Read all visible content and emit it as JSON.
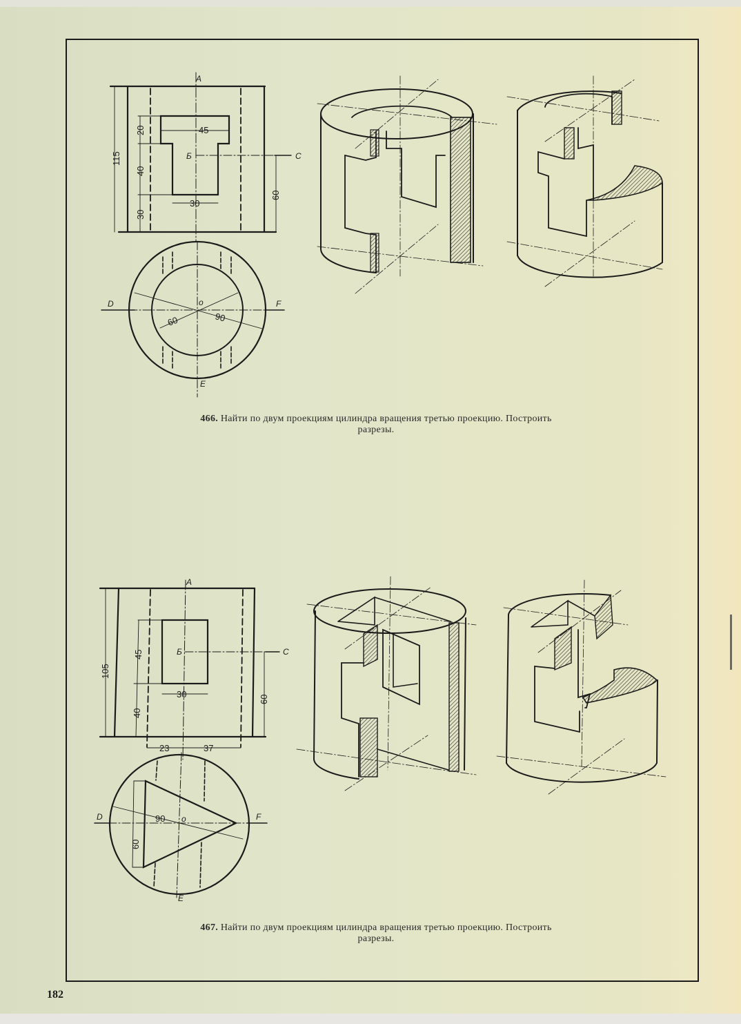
{
  "page": {
    "page_number": "182",
    "background_color": "#dfe3c8",
    "ink_color": "#1b1b1b"
  },
  "problem_466": {
    "number": "466.",
    "text_line1": "Найти по двум проекциям цилиндра вращения третью проекцию. Построить",
    "text_line2": "разрезы.",
    "front_view": {
      "labels": {
        "top_axis": "A",
        "center": "Б",
        "section": "C"
      },
      "dimensions": {
        "height": "115",
        "slot_top": "20",
        "slot_mid": "40",
        "slot_bottom": "30",
        "top_width": "45",
        "bottom_width": "30",
        "section_height": "60"
      }
    },
    "top_view": {
      "labels": {
        "left": "D",
        "right": "F",
        "bottom": "E",
        "center": "o"
      },
      "dimensions": {
        "inner_diameter": "60",
        "outer_diameter": "90"
      }
    },
    "isometric_views": [
      "section-view-1",
      "section-view-2"
    ]
  },
  "problem_467": {
    "number": "467.",
    "text_line1": "Найти по двум проекциям цилиндра вращения третью проекцию. Построить",
    "text_line2": "разрезы.",
    "front_view": {
      "labels": {
        "top_axis": "A",
        "center": "Б",
        "section": "C"
      },
      "dimensions": {
        "height": "105",
        "window_height": "45",
        "bottom_offset": "40",
        "window_width": "30",
        "left_offset": "23",
        "right_offset": "37",
        "section_height": "60"
      }
    },
    "top_view": {
      "labels": {
        "left": "D",
        "right": "F",
        "bottom": "E",
        "center": "o"
      },
      "dimensions": {
        "diameter": "90",
        "triangle_base": "60"
      }
    },
    "isometric_views": [
      "section-view-1",
      "section-view-2"
    ]
  }
}
